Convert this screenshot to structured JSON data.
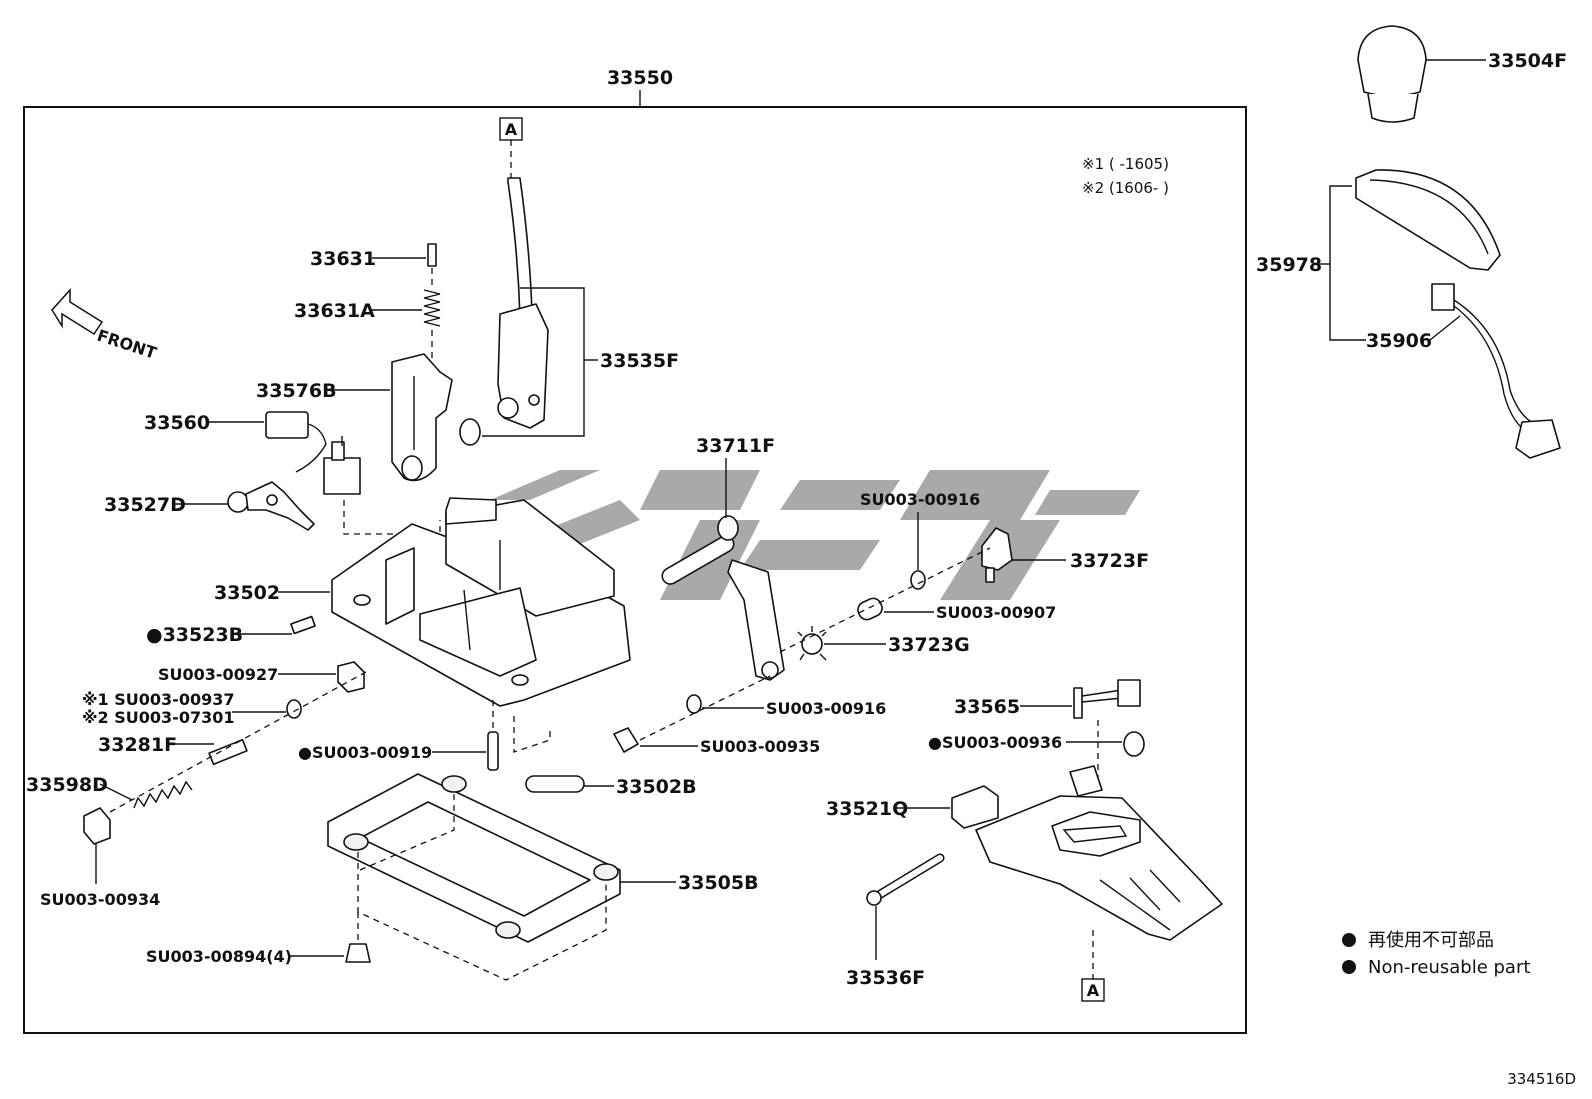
{
  "diagram": {
    "assembly_number": "33550",
    "figure_code": "334516D",
    "note_1": "※1 (      -1605)",
    "note_2": "※2 (1606-      )",
    "connector_marker": "A",
    "front_label": "FRONT",
    "legend": [
      {
        "bullet": "●",
        "text": "再使用不可部品"
      },
      {
        "bullet": "●",
        "text": "Non-reusable part"
      }
    ],
    "parts": {
      "p33504F": "33504F",
      "p35978": "35978",
      "p35906": "35906",
      "p33631": "33631",
      "p33631A": "33631A",
      "p33535F": "33535F",
      "p33576B": "33576B",
      "p33560": "33560",
      "p33527D": "33527D",
      "p33711F": "33711F",
      "p33502": "33502",
      "p33523B": "●33523B",
      "pSU00927": "SU003-00927",
      "pSU00937": "※1 SU003-00937",
      "pSU07301": "※2 SU003-07301",
      "p33281F": "33281F",
      "p33598D": "33598D",
      "pSU00934": "SU003-00934",
      "pSU00919": "●SU003-00919",
      "p33502B": "33502B",
      "p33505B": "33505B",
      "pSU00894": "SU003-00894(4)",
      "pSU00916a": "SU003-00916",
      "p33723F": "33723F",
      "pSU00907": "SU003-00907",
      "p33723G": "33723G",
      "pSU00916b": "SU003-00916",
      "pSU00935": "SU003-00935",
      "p33565": "33565",
      "pSU00936": "●SU003-00936",
      "p33521Q": "33521Q",
      "p33536F": "33536F"
    }
  }
}
